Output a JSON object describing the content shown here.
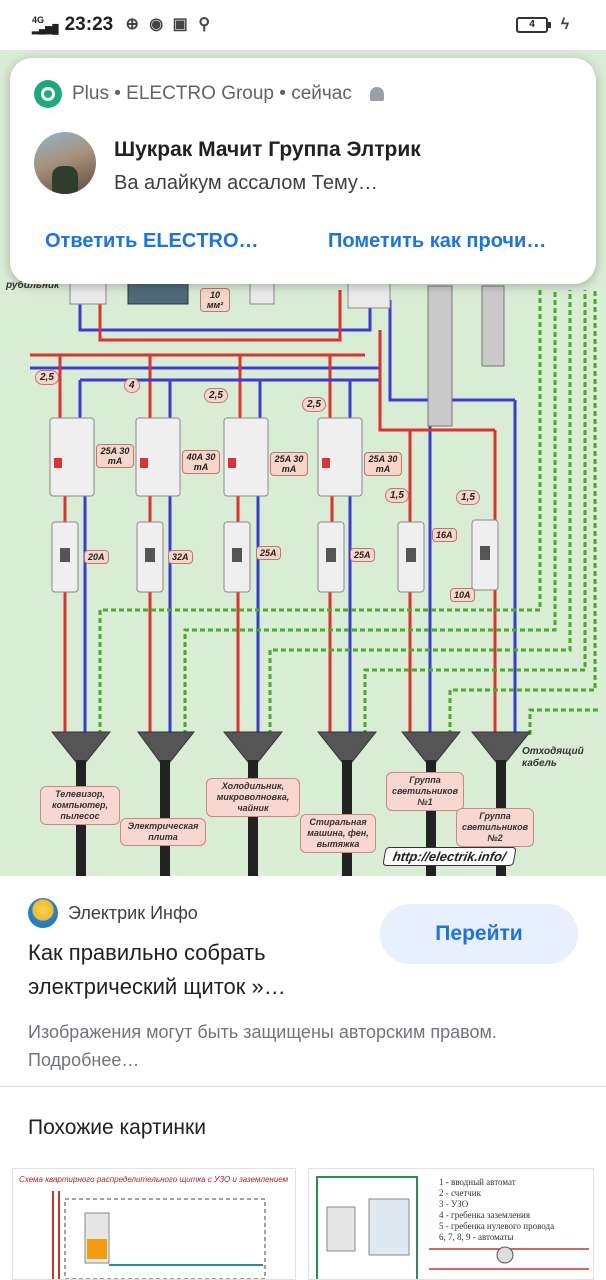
{
  "status_bar": {
    "network": "4G",
    "time": "23:23",
    "battery": "4",
    "icons": [
      "signal-icon",
      "location-icon",
      "chrome-icon",
      "instagram-icon",
      "search-icon",
      "charging-icon"
    ]
  },
  "notification": {
    "app": "Plus",
    "group": "ELECTRO Group",
    "when": "сейчас",
    "header_text": "Plus • ELECTRO Group • сейчас",
    "sender": "Шукрак Мачит Группа Элтрик",
    "message": "Ва алайкум ассалом Тему…",
    "actions": {
      "reply": "Ответить ELECTRO…",
      "mark_read": "Пометить как прочи…"
    }
  },
  "diagram": {
    "rub_label": "рубильник",
    "ratings": [
      "2,5",
      "4",
      "2,5",
      "2,5",
      "1,5",
      "1,5",
      "10 мм²"
    ],
    "rcd": [
      "25A 30 mA",
      "40A 30 mA",
      "25A 30 mA",
      "25A 30 mA"
    ],
    "breakers": [
      "20A",
      "32A",
      "25A",
      "25A",
      "16A",
      "10A"
    ],
    "loads": [
      "Телевизор, компьютер, пылесос",
      "Электрическая плита",
      "Холодильник, микроволновка, чайник",
      "Стиральная машина, фен, вытяжка",
      "Группа светильников №1",
      "Группа светильников №2"
    ],
    "cable_label": "Отходящий кабель",
    "url": "http://electrik.info/"
  },
  "result": {
    "source": "Электрик Инфо",
    "title": "Как правильно собрать электрический щиток »…",
    "button": "Перейти",
    "copyright": "Изображения могут быть защищены авторским правом. Подробнее…"
  },
  "similar": {
    "heading": "Похожие картинки",
    "thumb1_caption": "Схема квартирного распределительного щитка с УЗО и заземлением",
    "thumb2_legend": [
      "1 - вводный автомат",
      "2 - счетчик",
      "3 - УЗО",
      "4 - гребенка заземления",
      "5 - гребенка нулевого провода",
      "6, 7, 8, 9 - автоматы"
    ]
  }
}
